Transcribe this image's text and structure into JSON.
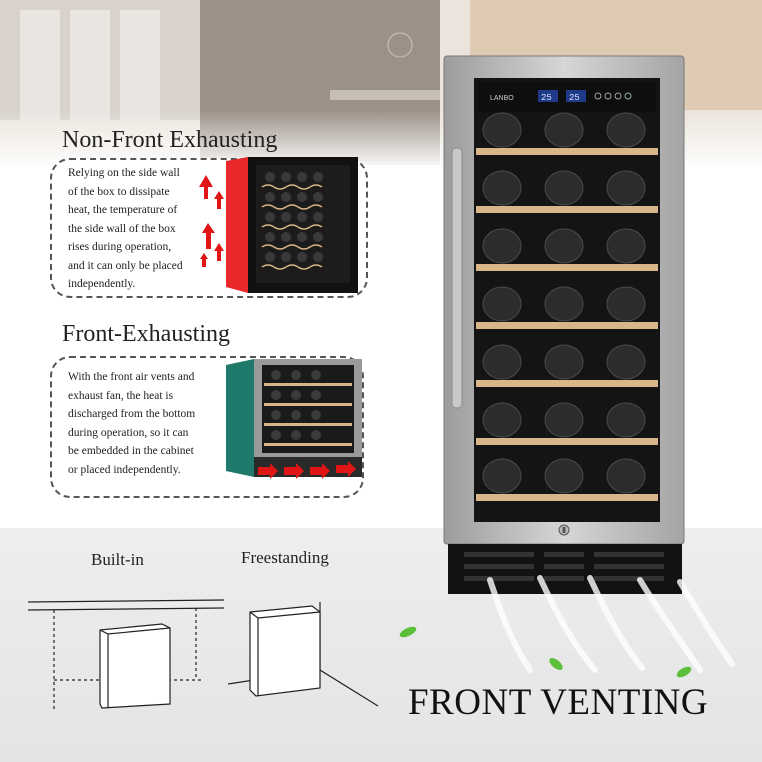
{
  "sections": {
    "non_front": {
      "heading": "Non-Front Exhausting",
      "lines": [
        "Relying on the side wall",
        "of the box to dissipate",
        "heat, the temperature of",
        "the side wall of the box",
        "rises during operation,",
        "and it can only be placed",
        "independently."
      ]
    },
    "front": {
      "heading": "Front-Exhausting",
      "lines": [
        "With the front air vents and",
        "exhaust fan, the heat is",
        "discharged from the bottom",
        "during operation, so it can",
        "be embedded in the cabinet",
        "or placed independently."
      ]
    }
  },
  "installation": {
    "built_in_label": "Built-in",
    "freestanding_label": "Freestanding"
  },
  "product": {
    "brand": "LANBO",
    "display_left": "25",
    "display_right": "25"
  },
  "tagline": "FRONT VENTING",
  "colors": {
    "red_side": "#e8282a",
    "teal_side": "#1f7a6c",
    "arrow_red": "#e01515",
    "shelf_wood": "#d9b58a",
    "leaf_green": "#5cbf3a"
  },
  "icons": [
    "heat-up-arrow-icon",
    "exhaust-arrow-icon",
    "leaf-icon",
    "lock-icon"
  ]
}
